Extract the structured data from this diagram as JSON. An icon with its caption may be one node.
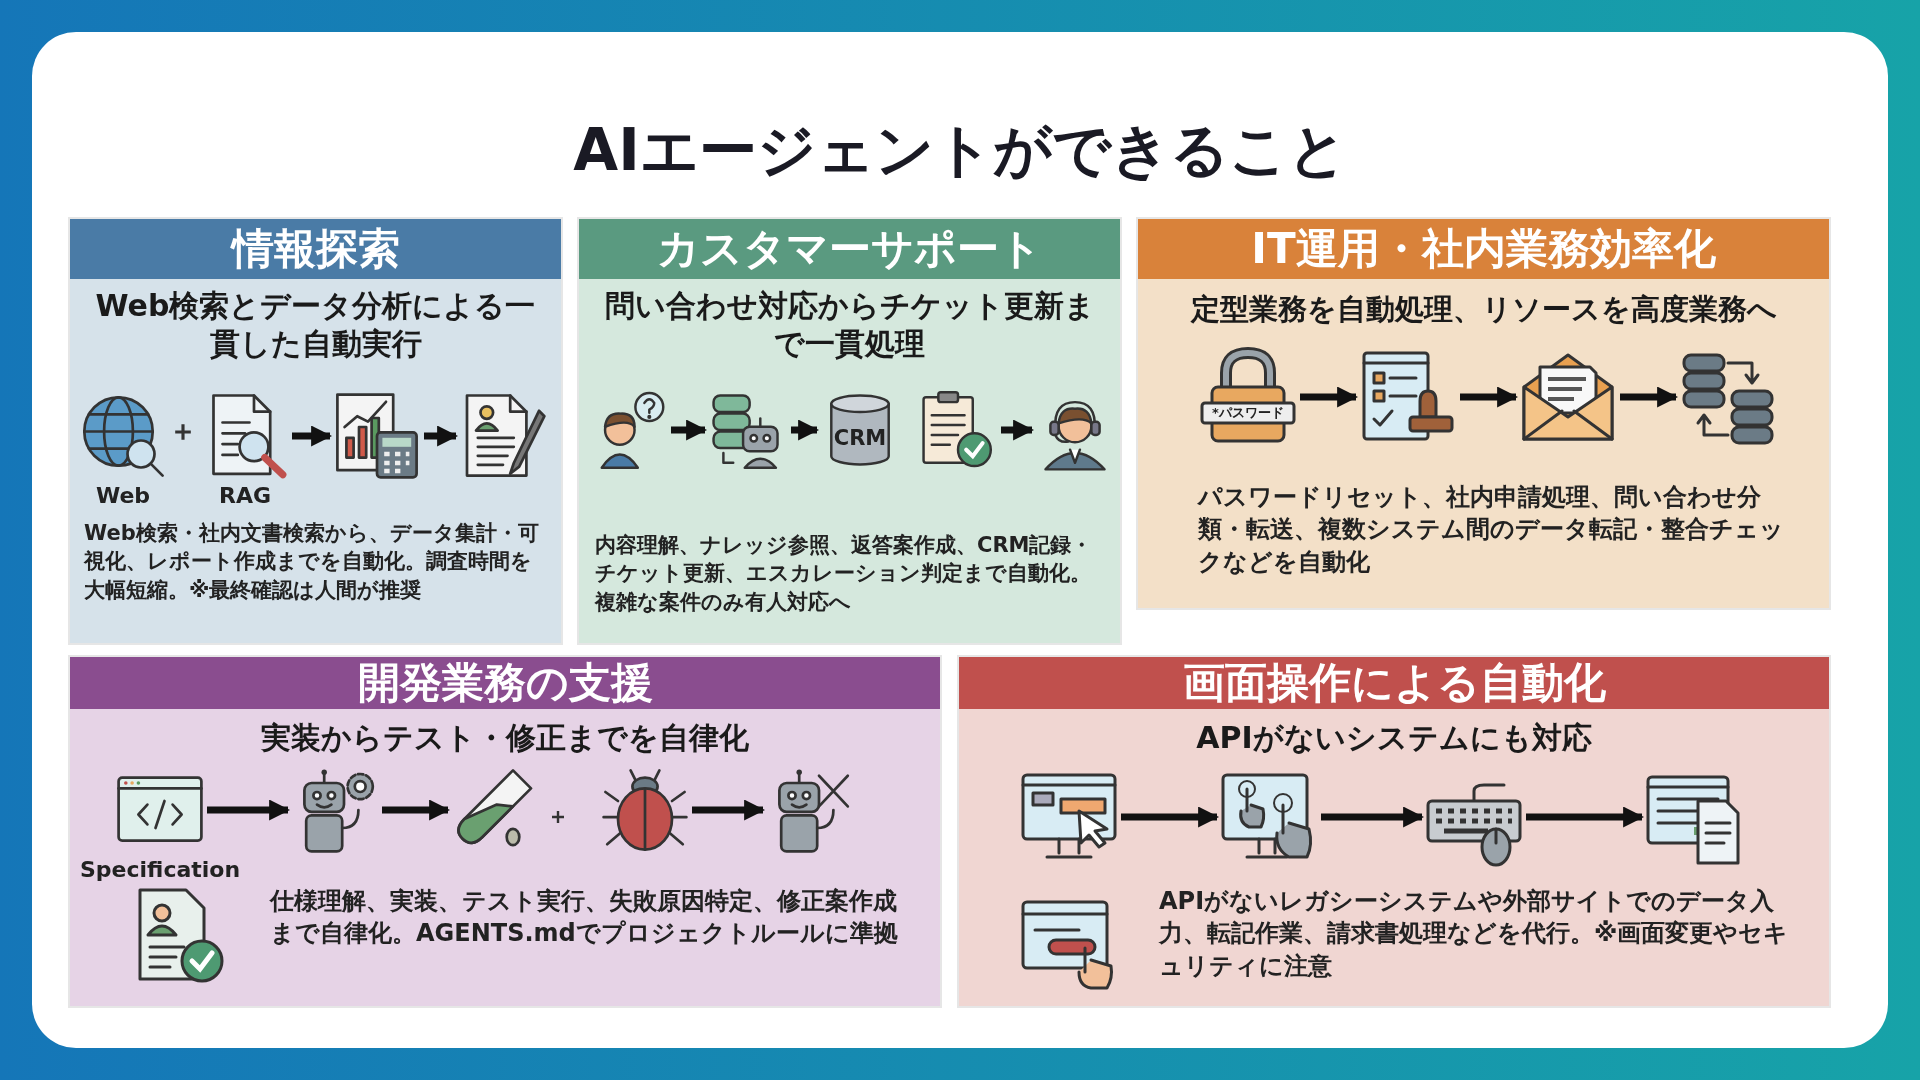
{
  "diagram": {
    "title": "AIエージェントができること",
    "nodes": [
      {
        "text": [
          "情報探索",
          "Web検索とデータ分析による一貫した自動実行",
          "Web検索・社内文書検索から、データ集計・可視化、レポート作成までを自動化。調査時間を大幅短縮。※最終確認は人間が推奨"
        ]
      },
      {
        "text": [
          "Web"
        ],
        "in": 0
      },
      {
        "text": [
          "RAG"
        ],
        "in": 0
      },
      {
        "text": [],
        "shape": "picture",
        "in": 0
      },
      {
        "text": [],
        "shape": "picture",
        "in": 0
      },
      {
        "text": [
          "カスタマーサポート",
          "問い合わせ対応からチケット更新まで一貫処理",
          "内容理解、ナレッジ参照、返答案作成、CRM記録・チケット更新、エスカレーション判定まで自動化。複雑な案件のみ有人対応へ"
        ]
      },
      {
        "text": [],
        "shape": "picture",
        "in": 5
      },
      {
        "text": [],
        "shape": "picture",
        "in": 5
      },
      {
        "text": [
          "CRM"
        ],
        "in": 5
      },
      {
        "text": [],
        "shape": "picture",
        "in": 5
      },
      {
        "text": [],
        "shape": "picture",
        "in": 5
      },
      {
        "text": [
          "IT運用・社内業務効率化",
          "定型業務を自動処理、リソースを高度業務へ",
          "パスワードリセット、社内申請処理、問い合わせ分類・転送、複数システム間のデータ転記・整合チェックなどを自動化"
        ]
      },
      {
        "text": [
          "*パスワード"
        ],
        "in": 11
      },
      {
        "text": [],
        "shape": "picture",
        "in": 11
      },
      {
        "text": [],
        "shape": "picture",
        "in": 11
      },
      {
        "text": [],
        "shape": "picture",
        "in": 11
      },
      {
        "text": [
          "開発業務の支援",
          "実装からテスト・修正までを自律化",
          "仕様理解、実装、テスト実行、失敗原因特定、修正案作成まで自律化。AGENTS.mdでプロジェクトルールに準拠"
        ]
      },
      {
        "text": [
          "Specification"
        ],
        "in": 16
      },
      {
        "text": [],
        "shape": "picture",
        "in": 16
      },
      {
        "text": [],
        "shape": "picture",
        "in": 16
      },
      {
        "text": [],
        "shape": "picture",
        "in": 16
      },
      {
        "text": [],
        "shape": "picture",
        "in": 16
      },
      {
        "text": [
          "画面操作による自動化",
          "APIがないシステムにも対応",
          "APIがないレガシーシステムや外部サイトでのデータ入力、転記作業、請求書処理などを代行。※画面変更やセキュリティに注意"
        ]
      },
      {
        "text": [],
        "shape": "picture",
        "in": 22
      },
      {
        "text": [],
        "shape": "picture",
        "in": 22
      },
      {
        "text": [],
        "shape": "picture",
        "in": 22
      },
      {
        "text": [],
        "shape": "picture",
        "in": 22
      }
    ],
    "edges": [
      {
        "from": 2,
        "to": 3,
        "arrow": "to"
      },
      {
        "from": 3,
        "to": 4,
        "arrow": "to"
      },
      {
        "from": 6,
        "to": 7,
        "arrow": "to"
      },
      {
        "from": 7,
        "to": 8,
        "arrow": "to"
      },
      {
        "from": 9,
        "to": 10,
        "arrow": "to"
      },
      {
        "from": 12,
        "to": 13,
        "arrow": "to"
      },
      {
        "from": 13,
        "to": 14,
        "arrow": "to"
      },
      {
        "from": 14,
        "to": 15,
        "arrow": "to"
      },
      {
        "from": 17,
        "to": 18,
        "arrow": "to"
      },
      {
        "from": 18,
        "to": 19,
        "arrow": "to"
      },
      {
        "from": 20,
        "to": 21,
        "arrow": "to"
      },
      {
        "from": 23,
        "to": 24,
        "arrow": "to"
      },
      {
        "from": 24,
        "to": 25,
        "arrow": "to"
      },
      {
        "from": 25,
        "to": 26,
        "arrow": "to"
      }
    ]
  }
}
